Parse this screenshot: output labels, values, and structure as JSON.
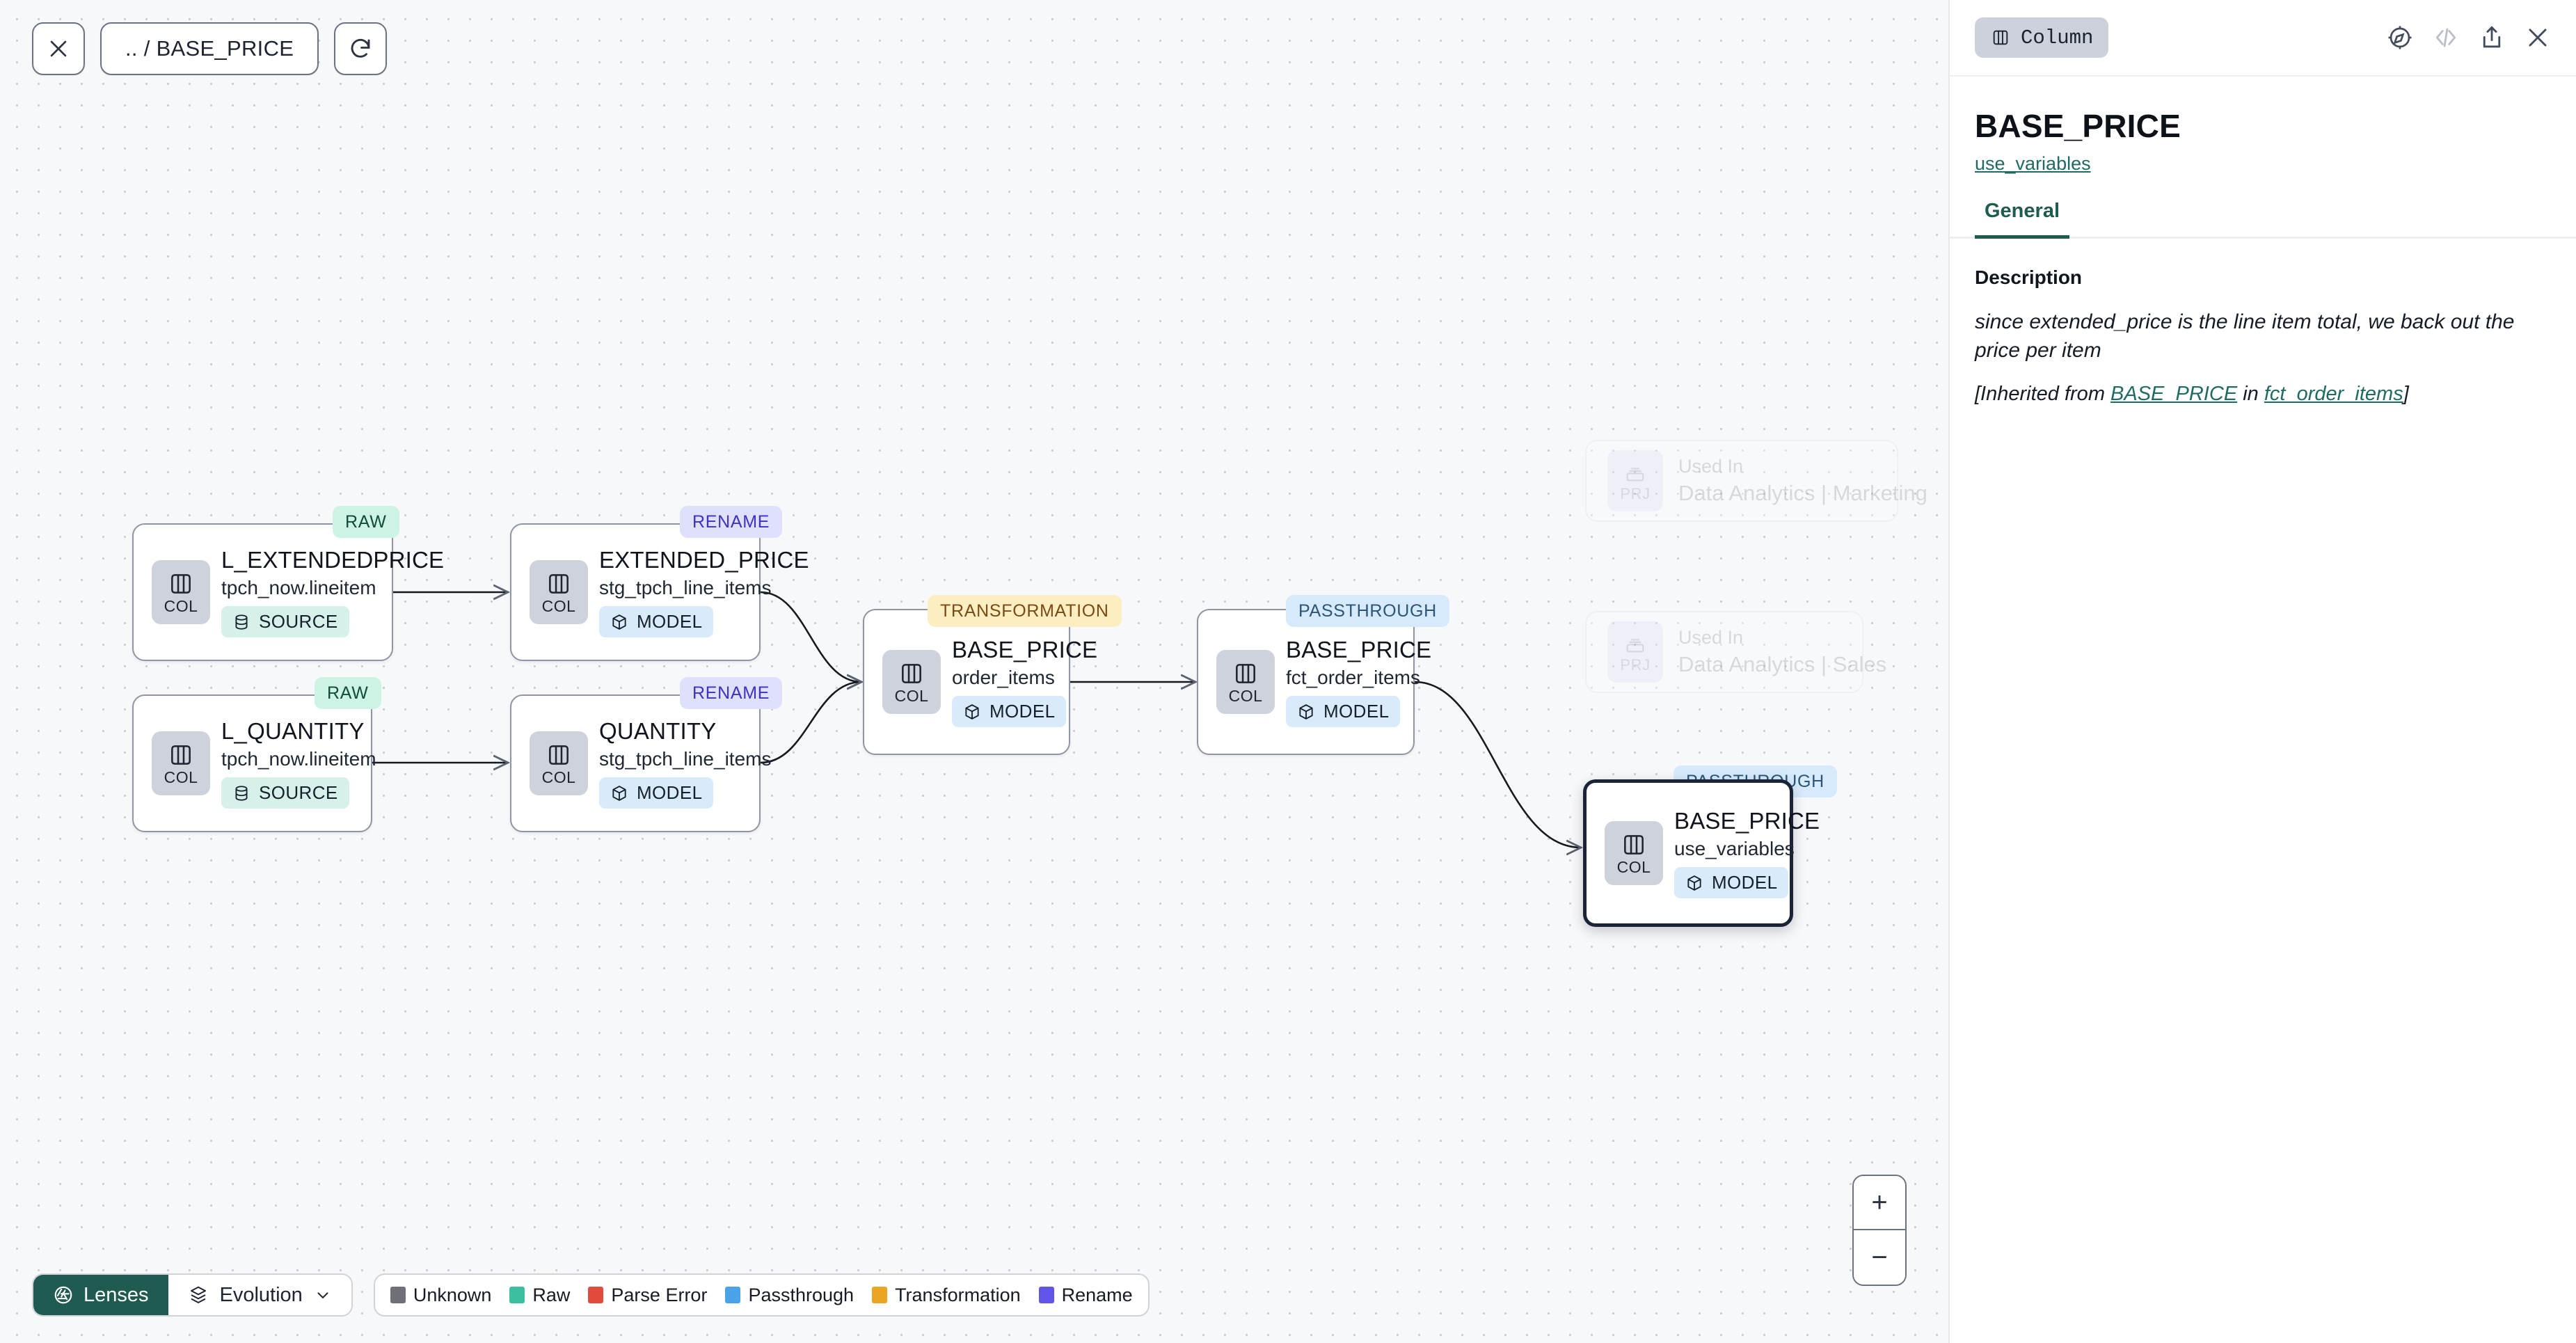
{
  "toolbar": {
    "close_label": "✕",
    "breadcrumb": ".. / BASE_PRICE",
    "refresh_label": "refresh"
  },
  "graph": {
    "nodes": [
      {
        "id": "l_extendedprice",
        "title": "L_EXTENDEDPRICE",
        "subtitle": "tpch_now.lineitem",
        "icon_label": "COL",
        "badge": "SOURCE",
        "badge_kind": "source",
        "tag": "RAW",
        "tag_kind": "raw",
        "selected": false
      },
      {
        "id": "l_quantity",
        "title": "L_QUANTITY",
        "subtitle": "tpch_now.lineitem",
        "icon_label": "COL",
        "badge": "SOURCE",
        "badge_kind": "source",
        "tag": "RAW",
        "tag_kind": "raw",
        "selected": false
      },
      {
        "id": "extended_price",
        "title": "EXTENDED_PRICE",
        "subtitle": "stg_tpch_line_items",
        "icon_label": "COL",
        "badge": "MODEL",
        "badge_kind": "model",
        "tag": "RENAME",
        "tag_kind": "rename",
        "selected": false
      },
      {
        "id": "quantity",
        "title": "QUANTITY",
        "subtitle": "stg_tpch_line_items",
        "icon_label": "COL",
        "badge": "MODEL",
        "badge_kind": "model",
        "tag": "RENAME",
        "tag_kind": "rename",
        "selected": false
      },
      {
        "id": "base_price_order_items",
        "title": "BASE_PRICE",
        "subtitle": "order_items",
        "icon_label": "COL",
        "badge": "MODEL",
        "badge_kind": "model",
        "tag": "TRANSFORMATION",
        "tag_kind": "transformation",
        "selected": false
      },
      {
        "id": "base_price_fct_order_items",
        "title": "BASE_PRICE",
        "subtitle": "fct_order_items",
        "icon_label": "COL",
        "badge": "MODEL",
        "badge_kind": "model",
        "tag": "PASSTHROUGH",
        "tag_kind": "passthrough",
        "selected": false
      },
      {
        "id": "base_price_use_variables",
        "title": "BASE_PRICE",
        "subtitle": "use_variables",
        "icon_label": "COL",
        "badge": "MODEL",
        "badge_kind": "model",
        "tag": "PASSTHROUGH",
        "tag_kind": "passthrough",
        "selected": true
      }
    ],
    "used_in": [
      {
        "id": "used_in_marketing",
        "label": "Used In",
        "name": "Data Analytics | Marketing",
        "icon_label": "PRJ"
      },
      {
        "id": "used_in_sales",
        "label": "Used In",
        "name": "Data Analytics | Sales",
        "icon_label": "PRJ"
      }
    ]
  },
  "bottom_bar": {
    "lenses_label": "Lenses",
    "evolution_label": "Evolution",
    "legend": [
      {
        "label": "Unknown",
        "color": "#6d7177"
      },
      {
        "label": "Raw",
        "color": "#3cbfa0"
      },
      {
        "label": "Parse Error",
        "color": "#e04b3c"
      },
      {
        "label": "Passthrough",
        "color": "#4aa3e8"
      },
      {
        "label": "Transformation",
        "color": "#eaa522"
      },
      {
        "label": "Rename",
        "color": "#6155e8"
      }
    ]
  },
  "zoom_controls": {
    "zoom_in_label": "+",
    "zoom_out_label": "−"
  },
  "panel": {
    "kind_label": "Column",
    "title": "BASE_PRICE",
    "parent_link": "use_variables",
    "tabs": [
      {
        "label": "General",
        "active": true
      }
    ],
    "description_label": "Description",
    "description_text": "since extended_price is the line item total, we back out the price per item",
    "inherited_prefix": "[Inherited from ",
    "inherited_column": "BASE_PRICE",
    "inherited_middle": " in ",
    "inherited_model": "fct_order_items",
    "inherited_suffix": "]"
  }
}
